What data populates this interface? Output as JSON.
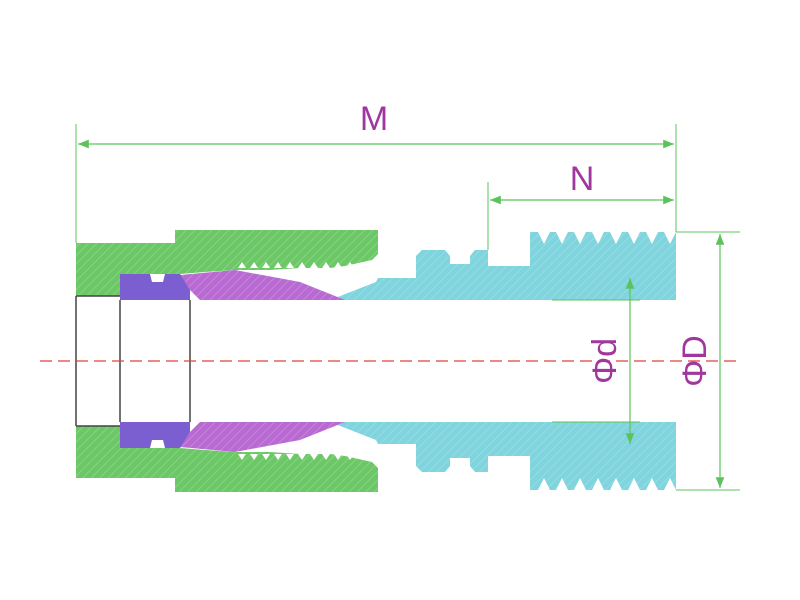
{
  "labels": {
    "overall_length": "M",
    "thread_length": "N",
    "inner_diameter": "Φd",
    "outer_diameter": "ΦD"
  },
  "colors": {
    "nut": "#6cc866",
    "ring": "#7b5fd0",
    "ferrule": "#b86ad2",
    "body": "#7fd4dd",
    "dimension_line": "#5cc35c",
    "label_text": "#a0379e",
    "centerline": "#e2403a",
    "outline": "#444444"
  }
}
